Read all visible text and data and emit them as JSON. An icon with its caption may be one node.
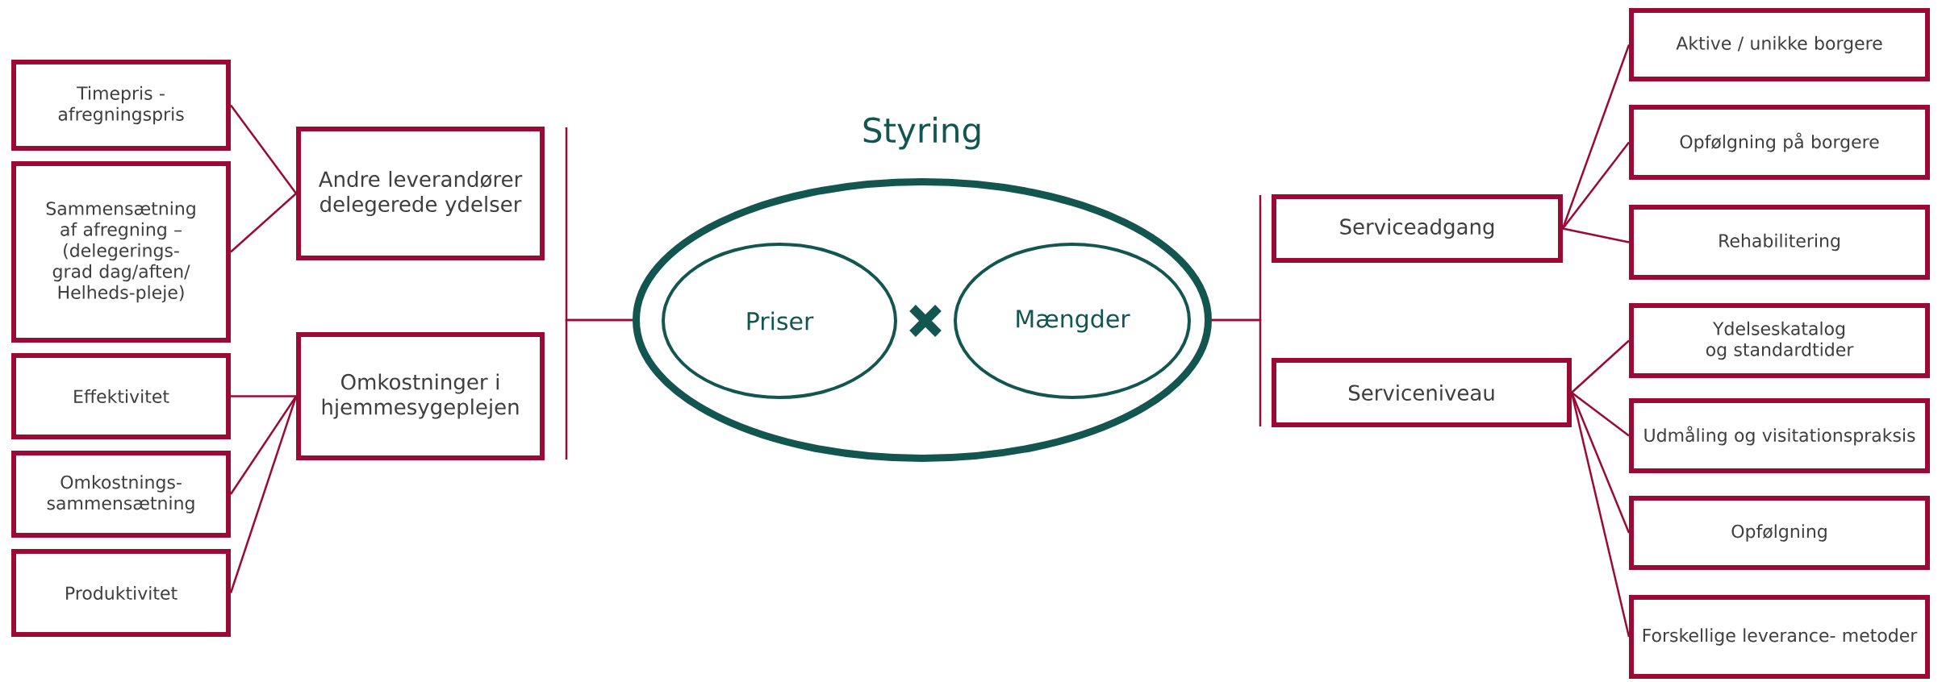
{
  "diagram": {
    "nodes": [
      {
        "text": [
          "Timepris - afregningspris"
        ]
      },
      {
        "text": [
          "Sammensætning af afregning – (delegerings-grad dag/aften/ Helheds-pleje)"
        ]
      },
      {
        "text": [
          "Effektivitet"
        ]
      },
      {
        "text": [
          "Omkostnings- sammensætning"
        ]
      },
      {
        "text": [
          "Produktivitet"
        ]
      },
      {
        "text": [
          "Andre leverandører delegerede ydelser"
        ]
      },
      {
        "text": [
          "Omkostninger i hjemmesygeplejen"
        ]
      },
      {
        "text": [
          "Styring"
        ]
      },
      {
        "text": [
          "Priser"
        ],
        "in": 7
      },
      {
        "text": [
          "Mængder"
        ],
        "in": 7
      },
      {
        "text": [
          "Serviceadgang"
        ]
      },
      {
        "text": [
          "Serviceniveau"
        ]
      },
      {
        "text": [
          "Aktive / unikke borgere"
        ]
      },
      {
        "text": [
          "Opfølgning på borgere"
        ]
      },
      {
        "text": [
          "Rehabilitering"
        ]
      },
      {
        "text": [
          "Ydelseskatalog og standardtider"
        ]
      },
      {
        "text": [
          "Udmåling og visitationspraksis"
        ]
      },
      {
        "text": [
          "Opfølgning"
        ]
      },
      {
        "text": [
          "Forskellige leverance- metoder"
        ]
      }
    ],
    "edges": [
      {
        "from": 5,
        "to": 0,
        "arrow": "none"
      },
      {
        "from": 5,
        "to": 1,
        "arrow": "none"
      },
      {
        "from": 6,
        "to": 2,
        "arrow": "none"
      },
      {
        "from": 6,
        "to": 3,
        "arrow": "none"
      },
      {
        "from": 6,
        "to": 4,
        "arrow": "none"
      },
      {
        "from": 7,
        "to": 5,
        "arrow": "none"
      },
      {
        "from": 7,
        "to": 6,
        "arrow": "none"
      },
      {
        "from": 7,
        "to": 10,
        "arrow": "none"
      },
      {
        "from": 7,
        "to": 11,
        "arrow": "none"
      },
      {
        "from": 10,
        "to": 12,
        "arrow": "none"
      },
      {
        "from": 10,
        "to": 13,
        "arrow": "none"
      },
      {
        "from": 10,
        "to": 14,
        "arrow": "none"
      },
      {
        "from": 11,
        "to": 15,
        "arrow": "none"
      },
      {
        "from": 11,
        "to": 16,
        "arrow": "none"
      },
      {
        "from": 11,
        "to": 17,
        "arrow": "none"
      },
      {
        "from": 11,
        "to": 18,
        "arrow": "none"
      }
    ]
  }
}
